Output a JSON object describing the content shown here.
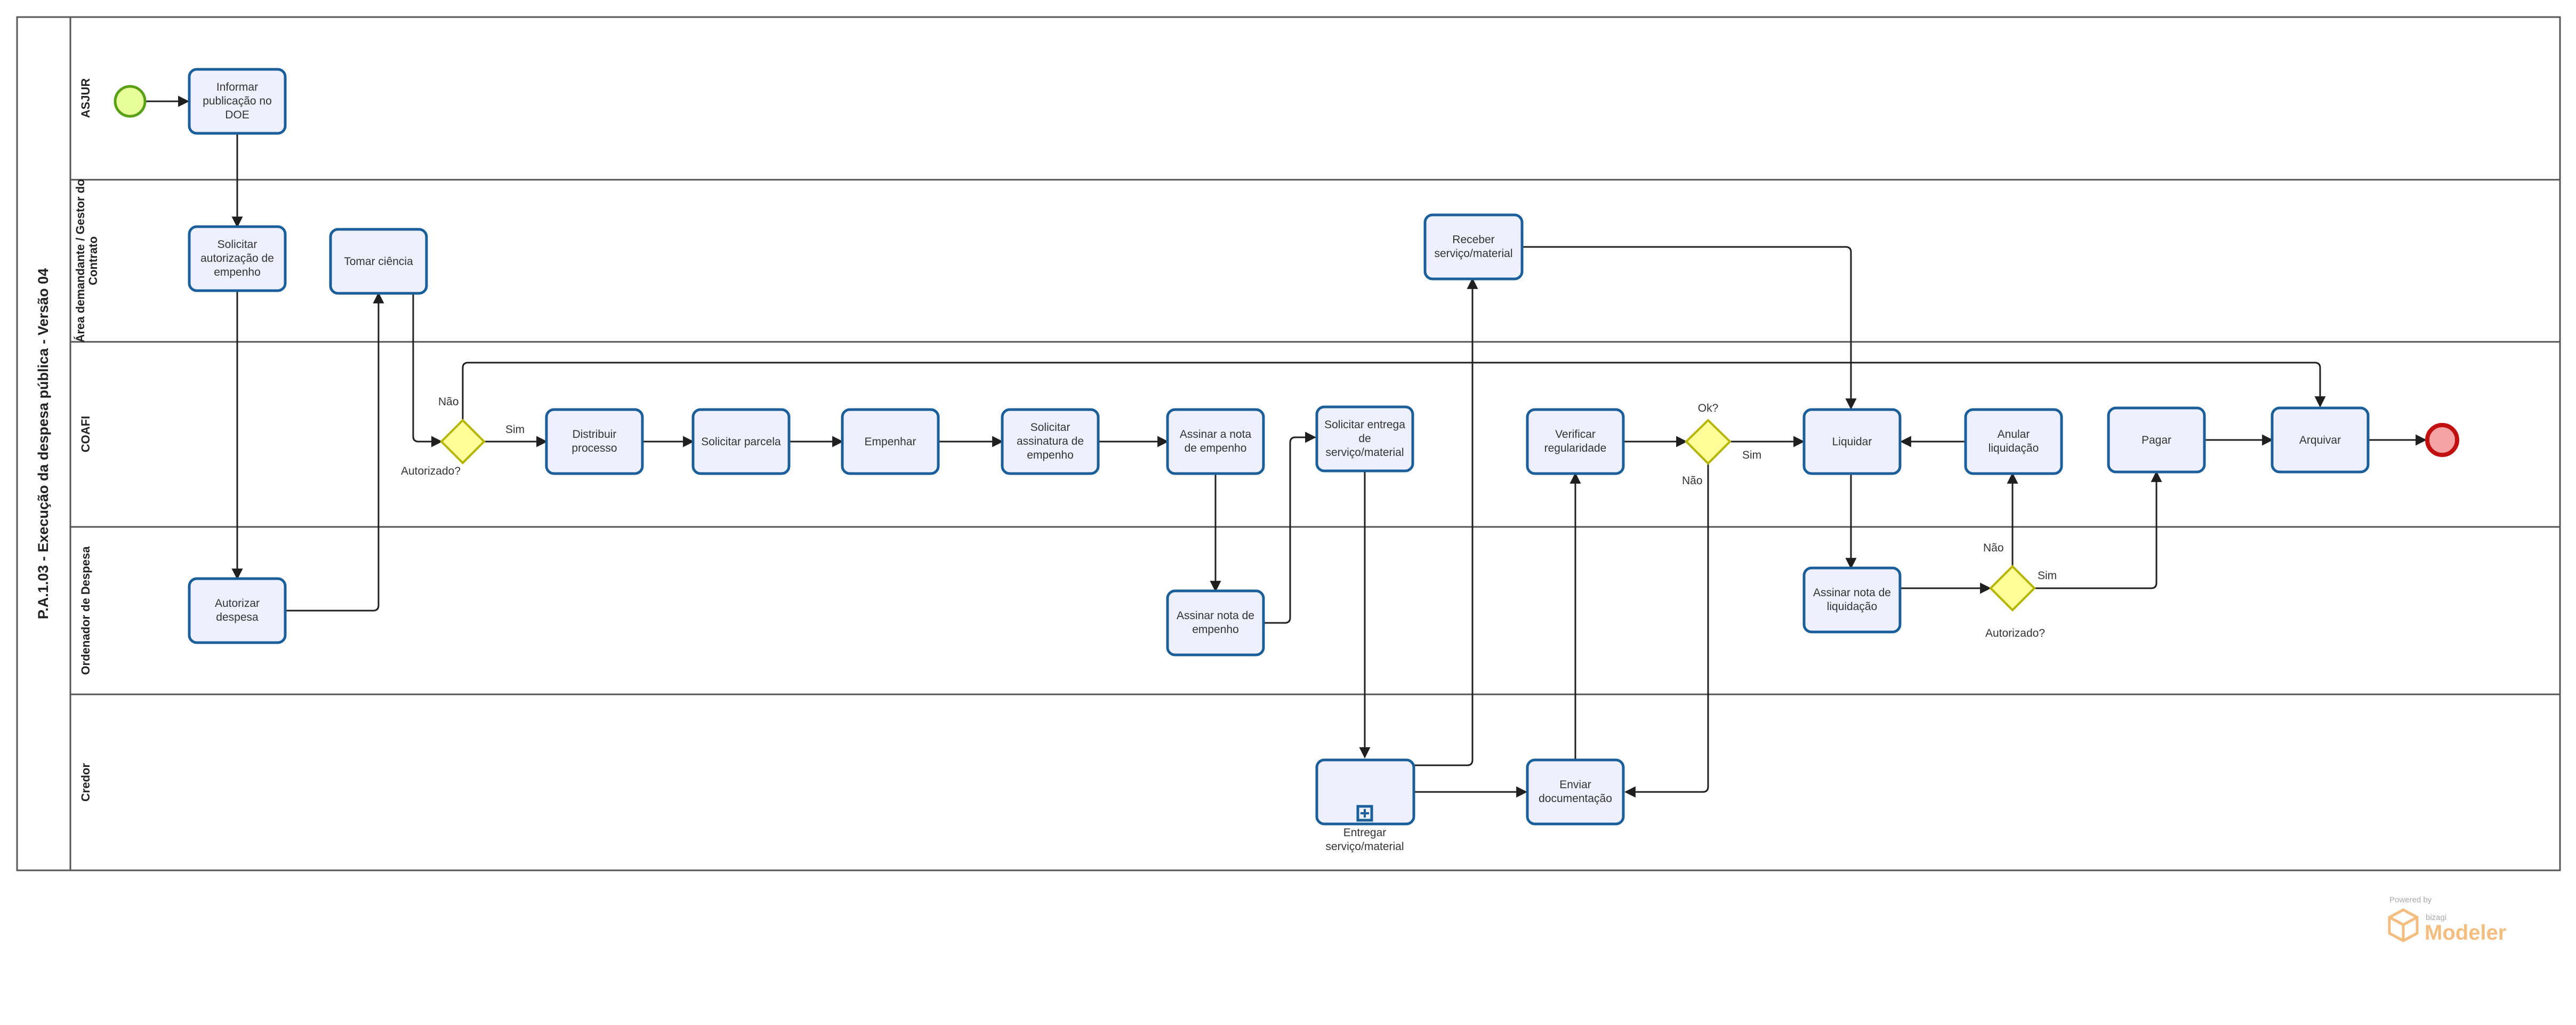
{
  "pool": {
    "title": "P.A.1.03 - Execução da despesa pública - Versão 04"
  },
  "lanes": [
    {
      "id": "asjur",
      "label": "ASJUR"
    },
    {
      "id": "area",
      "label1": "Área demandante / Gestor do",
      "label2": "Contrato"
    },
    {
      "id": "coafi",
      "label": "COAFI"
    },
    {
      "id": "ordenador",
      "label": "Ordenador de Despesa"
    },
    {
      "id": "credor",
      "label": "Credor"
    }
  ],
  "tasks": [
    {
      "id": "t1",
      "lines": [
        "Informar",
        "publicação no",
        "DOE"
      ]
    },
    {
      "id": "t2",
      "lines": [
        "Solicitar",
        "autorização de",
        "empenho"
      ]
    },
    {
      "id": "t3",
      "lines": [
        "Tomar ciência"
      ]
    },
    {
      "id": "t4",
      "lines": [
        "Autorizar",
        "despesa"
      ]
    },
    {
      "id": "t5",
      "lines": [
        "Distribuir",
        "processo"
      ]
    },
    {
      "id": "t6",
      "lines": [
        "Solicitar parcela"
      ]
    },
    {
      "id": "t7",
      "lines": [
        "Empenhar"
      ]
    },
    {
      "id": "t8",
      "lines": [
        "Solicitar",
        "assinatura de",
        "empenho"
      ]
    },
    {
      "id": "t9",
      "lines": [
        "Assinar a nota",
        "de empenho"
      ]
    },
    {
      "id": "t10",
      "lines": [
        "Assinar nota de",
        "empenho"
      ]
    },
    {
      "id": "t11",
      "lines": [
        "Solicitar entrega",
        "de",
        "serviço/material"
      ]
    },
    {
      "id": "t12",
      "lines": []
    },
    {
      "id": "t13",
      "lines": [
        "Receber",
        "serviço/material"
      ]
    },
    {
      "id": "t14",
      "lines": [
        "Enviar",
        "documentação"
      ]
    },
    {
      "id": "t15",
      "lines": [
        "Verificar",
        "regularidade"
      ]
    },
    {
      "id": "t16",
      "lines": [
        "Liquidar"
      ]
    },
    {
      "id": "t17",
      "lines": [
        "Assinar nota de",
        "liquidação"
      ]
    },
    {
      "id": "t18",
      "lines": [
        "Anular",
        "liquidação"
      ]
    },
    {
      "id": "t19",
      "lines": [
        "Pagar"
      ]
    },
    {
      "id": "t20",
      "lines": [
        "Arquivar"
      ]
    }
  ],
  "subprocess_caption": [
    "Entregar",
    "serviço/material"
  ],
  "gateways": [
    {
      "id": "g1",
      "label": "Autorizado?"
    },
    {
      "id": "g2",
      "label": "Ok?"
    },
    {
      "id": "g3",
      "label": "Autorizado?"
    }
  ],
  "flow_labels": {
    "g1_sim": "Sim",
    "g1_nao": "Não",
    "g2_sim": "Sim",
    "g2_nao": "Não",
    "g3_sim": "Sim",
    "g3_nao": "Não"
  },
  "watermark": {
    "powered": "Powered by",
    "brand_small": "bizagi",
    "brand": "Modeler"
  },
  "colors": {
    "task_fill": "#eef1fd",
    "task_stroke": "#1a5f9a",
    "start_fill": "#e6ff99",
    "end_fill": "#f4a4a4",
    "gateway_fill": "#ffff99",
    "watermark": "#f2b26b"
  }
}
